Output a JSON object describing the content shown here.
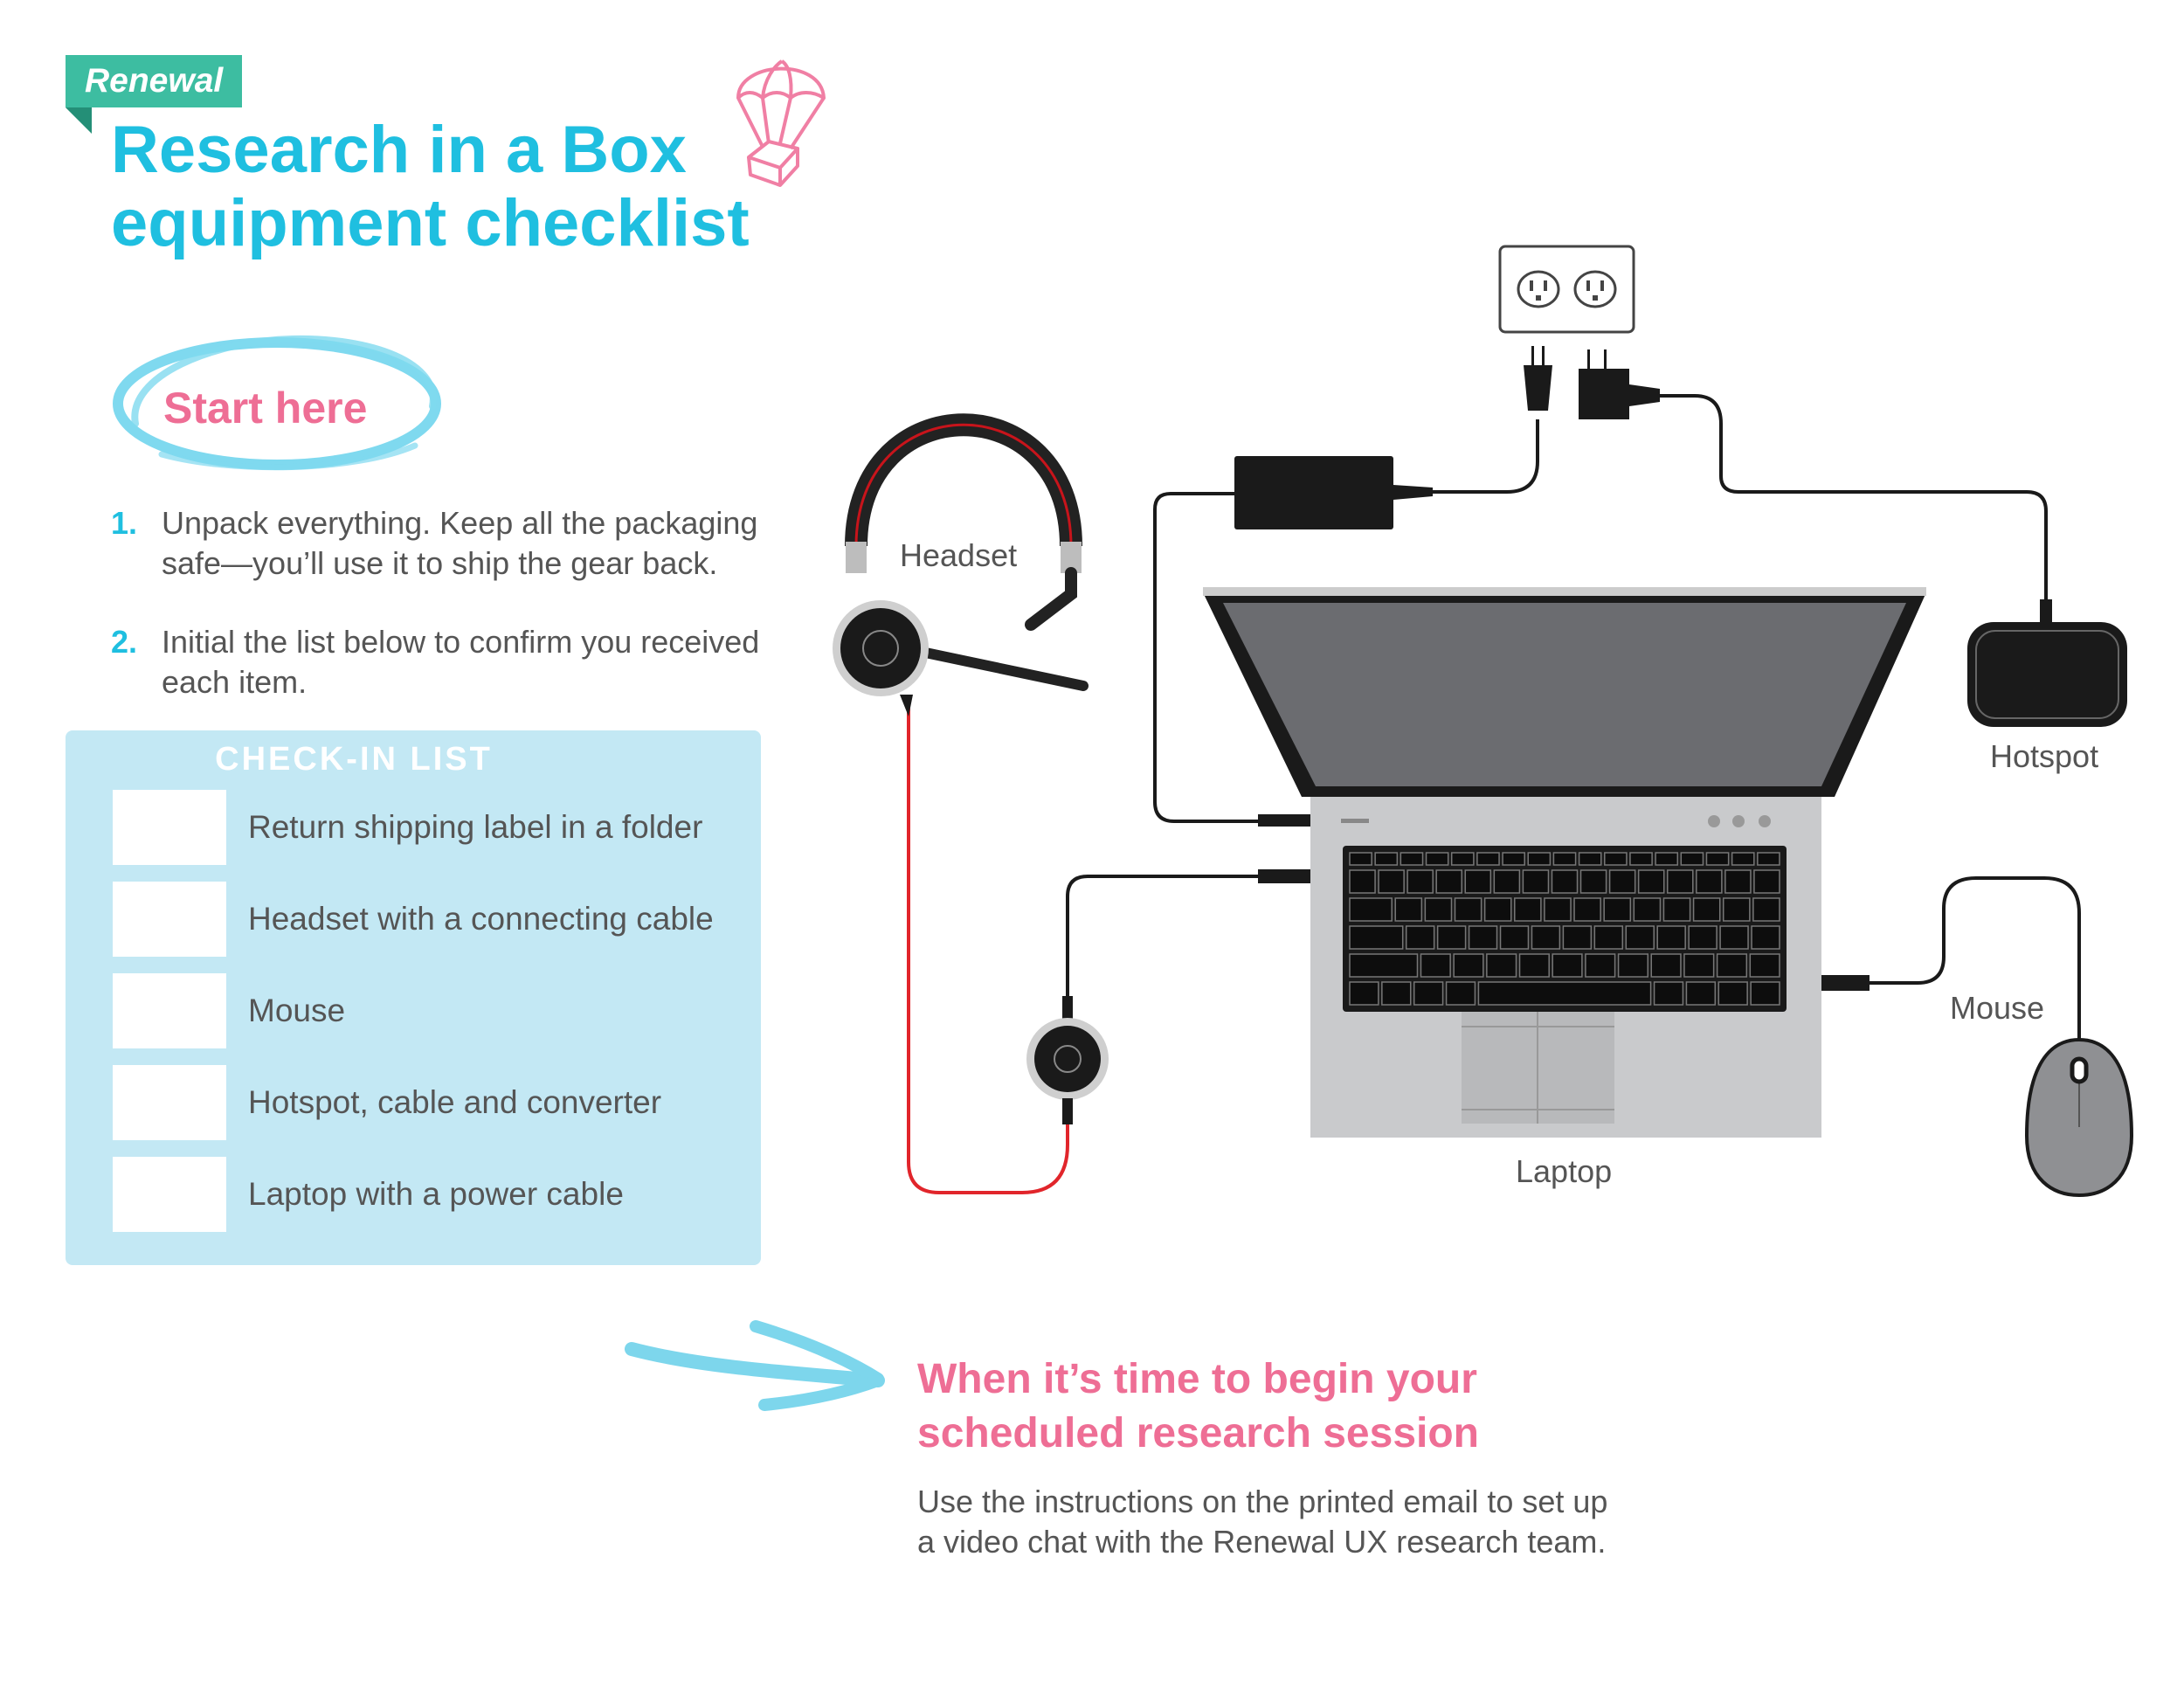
{
  "brand": {
    "badge": "Renewal"
  },
  "title": {
    "line1": "Research in a Box",
    "line2": "equipment checklist"
  },
  "start": {
    "label": "Start here"
  },
  "steps": [
    {
      "num": "1.",
      "line1": "Unpack everything. Keep all the packaging",
      "line2": "safe—you’ll use it to ship the gear back."
    },
    {
      "num": "2.",
      "line1": "Initial the list below to confirm you received",
      "line2": "each item."
    }
  ],
  "checkin": {
    "title": "CHECK-IN LIST",
    "items": [
      "Return shipping label in a folder",
      "Headset with a connecting cable",
      "Mouse",
      "Hotspot, cable and converter",
      "Laptop with a power cable"
    ]
  },
  "diagram": {
    "labels": {
      "headset": "Headset",
      "hotspot": "Hotspot",
      "mouse": "Mouse",
      "laptop": "Laptop"
    },
    "icons": [
      "parachute-box-icon",
      "wall-outlet-icon",
      "power-brick-icon",
      "laptop-icon",
      "headset-icon",
      "hotspot-icon",
      "mouse-icon",
      "arrow-icon"
    ]
  },
  "session": {
    "title_line1": "When it’s time to begin your",
    "title_line2": "scheduled research session",
    "body_line1": "Use the instructions on the printed email to set up",
    "body_line2": "a video chat with the Renewal UX research team."
  },
  "colors": {
    "accent_blue": "#1fbfe0",
    "accent_pink": "#ee6e95",
    "brand_green": "#3dbda1",
    "panel": "#c3e8f4"
  }
}
